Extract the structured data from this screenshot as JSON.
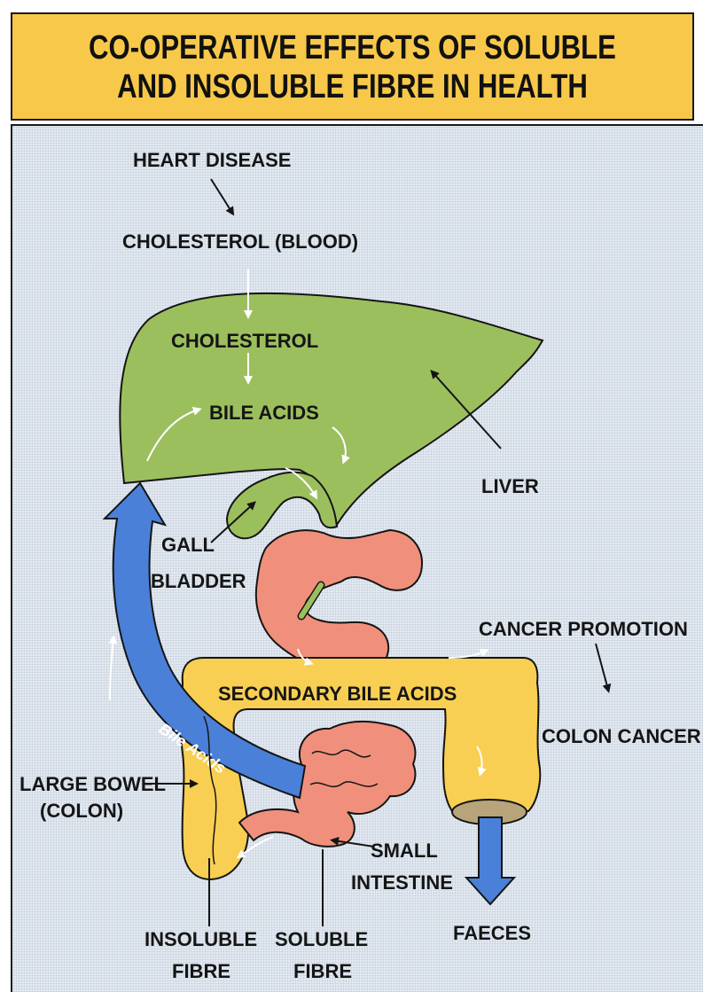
{
  "title": {
    "line1": "CO-OPERATIVE EFFECTS OF SOLUBLE",
    "line2": "AND INSOLUBLE FIBRE IN HEALTH"
  },
  "labels": {
    "heart_disease": "HEART DISEASE",
    "cholesterol_blood": "CHOLESTEROL (BLOOD)",
    "cholesterol": "CHOLESTEROL",
    "bile_acids": "BILE ACIDS",
    "liver": "LIVER",
    "gall": "GALL",
    "bladder": "BLADDER",
    "cancer_promotion": "CANCER PROMOTION",
    "secondary_bile_acids": "SECONDARY BILE ACIDS",
    "colon_cancer": "COLON CANCER",
    "bile_acids_arrow": "Bile Acids",
    "large_bowel": "LARGE BOWEL",
    "colon": "(COLON)",
    "small": "SMALL",
    "intestine": "INTESTINE",
    "faeces": "FAECES",
    "insoluble": "INSOLUBLE",
    "insoluble_fibre": "FIBRE",
    "soluble": "SOLUBLE",
    "soluble_fibre": "FIBRE"
  },
  "colors": {
    "header_bg": "#f8c84a",
    "panel_bg": "#e4eaf2",
    "liver": "#9cbf5e",
    "stomach": "#f0907c",
    "colon": "#f8cf52",
    "bile_arrow": "#4a80d8"
  }
}
